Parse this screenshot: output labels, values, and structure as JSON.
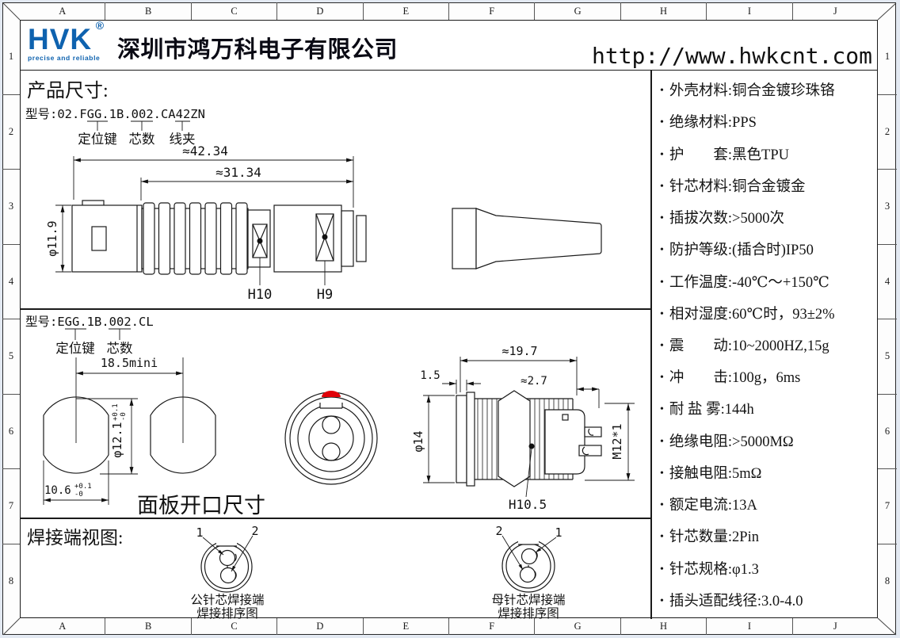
{
  "frame": {
    "columns": [
      "A",
      "B",
      "C",
      "D",
      "E",
      "F",
      "G",
      "H",
      "I",
      "J"
    ],
    "rows": [
      "1",
      "2",
      "3",
      "4",
      "5",
      "6",
      "7",
      "8"
    ]
  },
  "header": {
    "logo_text": "HVK",
    "registered_mark": "®",
    "tagline": "precise and reliable",
    "company_name": "深圳市鸿万科电子有限公司",
    "website_url": "http://www.hwkcnt.com"
  },
  "specs": {
    "items": [
      "外壳材料:铜合金镀珍珠铬",
      "绝缘材料:PPS",
      "护　　套:黑色TPU",
      "针芯材料:铜合金镀金",
      "插拔次数:>5000次",
      "防护等级:(插合时)IP50",
      "工作温度:-40℃～+150℃",
      "相对湿度:60℃时，93±2%",
      "震　　动:10~2000HZ,15g",
      "冲　　击:100g，6ms",
      "耐 盐 雾:144h",
      "绝缘电阻:>5000MΩ",
      "接触电阻:5mΩ",
      "额定电流:13A",
      "针芯数量:2Pin",
      "针芯规格:φ1.3",
      "插头适配线径:3.0-4.0"
    ]
  },
  "product_section": {
    "title": "产品尺寸:",
    "model_line": "型号:02.FGG.1B.002.CA42ZN",
    "callouts": {
      "c1": "定位键",
      "c2": "芯数",
      "c3": "线夹"
    },
    "dims": {
      "overall": "≈42.34",
      "mid": "≈31.34",
      "dia": "φ11.9",
      "h10": "H10",
      "h9": "H9"
    }
  },
  "socket_section": {
    "model_line": "型号:EGG.1B.002.CL",
    "callouts": {
      "c1": "定位键",
      "c2": "芯数"
    },
    "panel_cutout": {
      "pitch": "18.5mini",
      "dia": "φ12.1",
      "width": "10.6",
      "tol_plus": "+0.1",
      "tol_minus": "-0",
      "caption": "面板开口尺寸"
    },
    "dims": {
      "len": "≈19.7",
      "flange": "1.5",
      "gap": "≈2.7",
      "dia": "φ14",
      "thread": "M12*1",
      "depth": "H10.5"
    }
  },
  "solder_section": {
    "title": "焊接端视图:",
    "male": {
      "pin_a": "1",
      "pin_b": "2",
      "caption1": "公针芯焊接端",
      "caption2": "焊接排序图"
    },
    "female": {
      "pin_a": "2",
      "pin_b": "1",
      "caption1": "母针芯焊接端",
      "caption2": "焊接排序图"
    }
  }
}
